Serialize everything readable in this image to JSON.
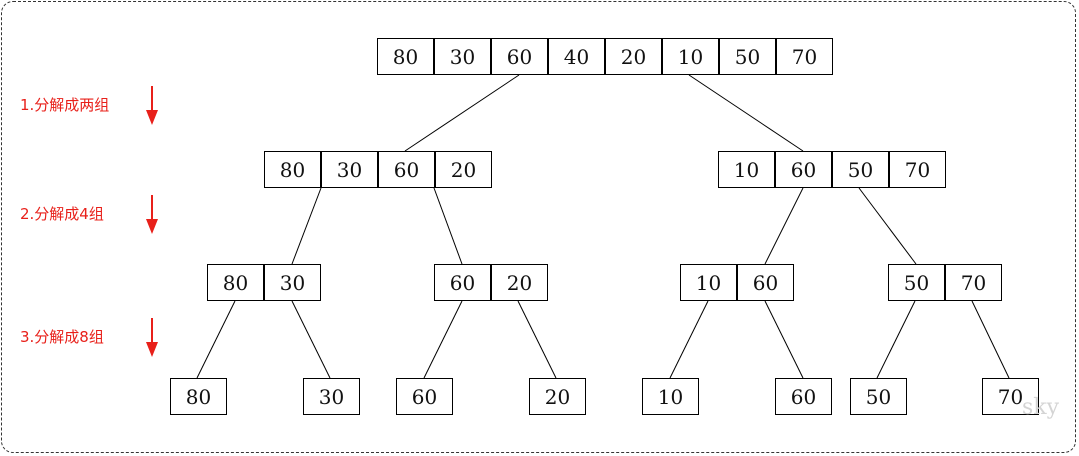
{
  "steps": [
    {
      "label": "1.分解成两组"
    },
    {
      "label": "2.分解成4组"
    },
    {
      "label": "3.分解成8组"
    }
  ],
  "levels": [
    [
      [
        "80",
        "30",
        "60",
        "40",
        "20",
        "10",
        "50",
        "70"
      ]
    ],
    [
      [
        "80",
        "30",
        "60",
        "20"
      ],
      [
        "10",
        "60",
        "50",
        "70"
      ]
    ],
    [
      [
        "80",
        "30"
      ],
      [
        "60",
        "20"
      ],
      [
        "10",
        "60"
      ],
      [
        "50",
        "70"
      ]
    ],
    [
      [
        "80"
      ],
      [
        "30"
      ],
      [
        "60"
      ],
      [
        "20"
      ],
      [
        "10"
      ],
      [
        "60"
      ],
      [
        "50"
      ],
      [
        "70"
      ]
    ]
  ],
  "watermark": "sky",
  "colors": {
    "step_text": "#e8201a",
    "arrow": "#e8201a",
    "border": "#000000"
  }
}
